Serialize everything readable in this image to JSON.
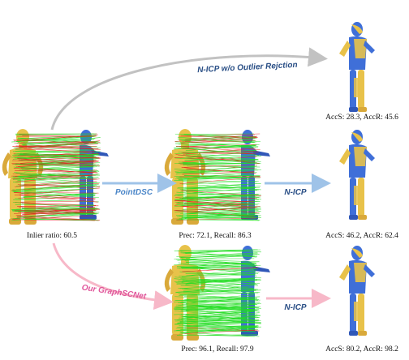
{
  "labels": {
    "nicp_without_rejection": "N-ICP w/o Outlier Rejction",
    "pointdsc": "PointDSC",
    "nicp_mid": "N-ICP",
    "graphscnet": "Our GraphSCNet",
    "nicp_bottom": "N-ICP"
  },
  "captions": {
    "input": "Inlier ratio: 60.5",
    "pointdsc_metrics": "Prec: 72.1, Recall: 86.3",
    "graphscnet_metrics": "Prec: 96.1, Recall: 97.9",
    "result_top": "AccS: 28.3, AccR: 45.6",
    "result_mid": "AccS: 46.2, AccR: 62.4",
    "result_bottom": "AccS: 80.2, AccR: 98.2"
  },
  "colors": {
    "source_shape": "#e8c24a",
    "target_shape": "#3f6fd8",
    "inlier_line": "#22dd22",
    "outlier_line": "#e22020",
    "arrow_gray": "#c2c2c2",
    "arrow_blue": "#9fc3e8",
    "arrow_pink": "#f7b8c8",
    "pointdsc_text": "#4b86c8",
    "graphscnet_text": "#e0559a",
    "nicp_text": "#2a4f86"
  }
}
